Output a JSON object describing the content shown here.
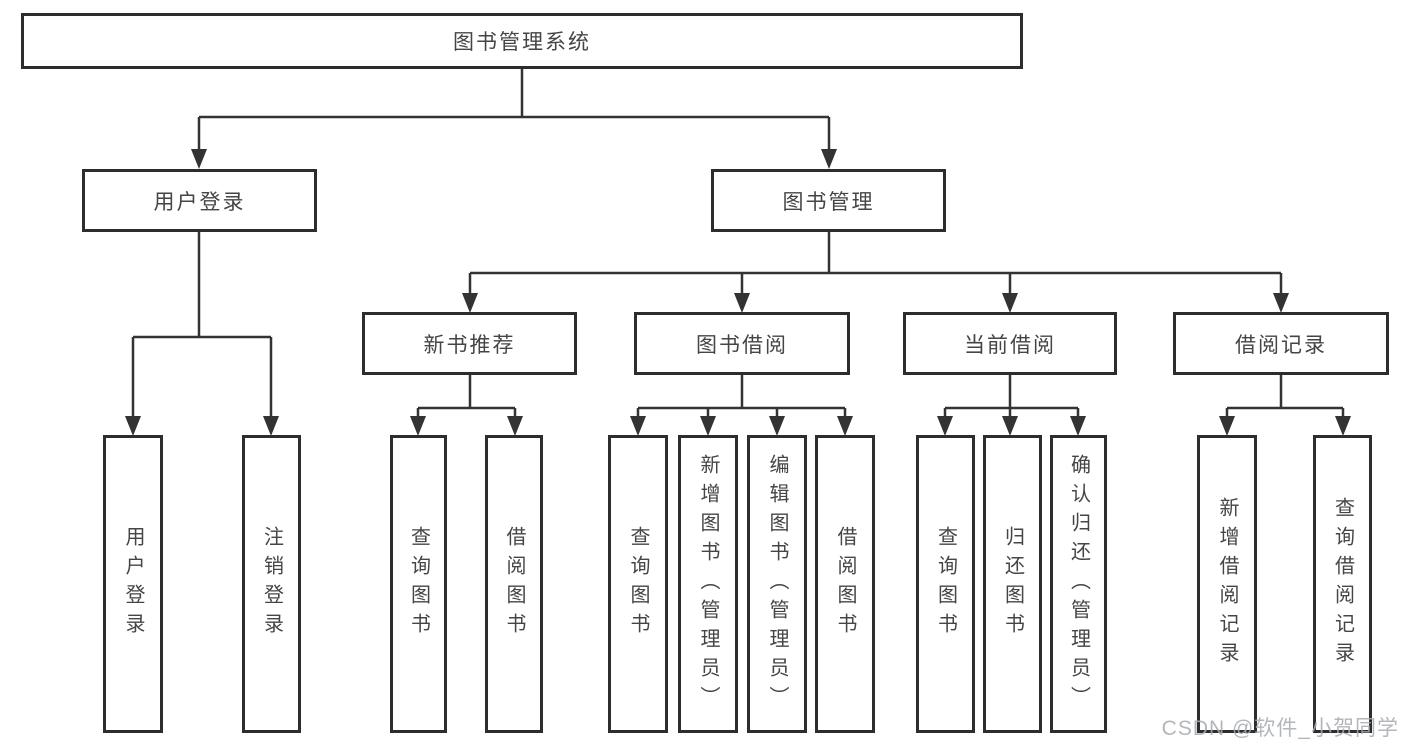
{
  "diagram": {
    "type": "hierarchy-flowchart",
    "title": "图书管理系统"
  },
  "nodes": {
    "root": "图书管理系统",
    "user_login": "用户登录",
    "book_mgmt": "图书管理",
    "new_book_rec": "新书推荐",
    "book_borrow": "图书借阅",
    "current_borrow": "当前借阅",
    "borrow_record": "借阅记录",
    "ul_user_login": "用户登录",
    "ul_logout": "注销登录",
    "nbr_query": "查询图书",
    "nbr_borrow": "借阅图书",
    "bb_query": "查询图书",
    "bb_add": "新增图书（管理员）",
    "bb_edit": "编辑图书（管理员）",
    "bb_borrow": "借阅图书",
    "cb_query": "查询图书",
    "cb_return": "归还图书",
    "cb_confirm": "确认归还（管理员）",
    "br_add": "新增借阅记录",
    "br_query": "查询借阅记录"
  },
  "hierarchy": {
    "图书管理系统": {
      "用户登录": [
        "用户登录",
        "注销登录"
      ],
      "图书管理": {
        "新书推荐": [
          "查询图书",
          "借阅图书"
        ],
        "图书借阅": [
          "查询图书",
          "新增图书（管理员）",
          "编辑图书（管理员）",
          "借阅图书"
        ],
        "当前借阅": [
          "查询图书",
          "归还图书",
          "确认归还（管理员）"
        ],
        "借阅记录": [
          "新增借阅记录",
          "查询借阅记录"
        ]
      }
    }
  },
  "watermark": "CSDN @软件_小贺同学",
  "colors": {
    "background": "#ffffff",
    "line": "#333333",
    "box_border": "#2d2d2d",
    "box_fill": "#ffffff",
    "text": "#454545",
    "watermark": "#a8acb1"
  }
}
